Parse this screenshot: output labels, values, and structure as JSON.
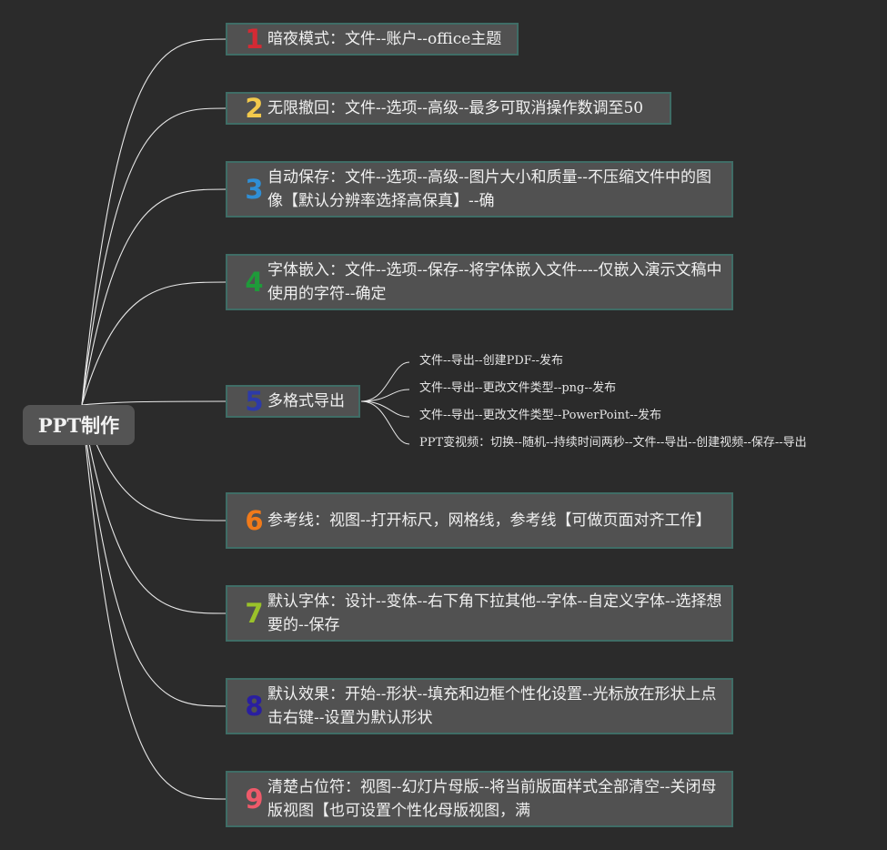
{
  "root": {
    "label": "PPT制作"
  },
  "nodes": [
    {
      "num": "1",
      "color": "#d42a34",
      "text": "暗夜模式：文件--账户--office主题"
    },
    {
      "num": "2",
      "color": "#f2c94c",
      "text": "无限撤回：文件--选项--高级--最多可取消操作数调至50"
    },
    {
      "num": "3",
      "color": "#2f8fd6",
      "text": "自动保存：文件--选项--高级--图片大小和质量--不压缩文件中的图像【默认分辨率选择高保真】--确"
    },
    {
      "num": "4",
      "color": "#1f9a3a",
      "text": "字体嵌入：文件--选项--保存--将字体嵌入文件----仅嵌入演示文稿中使用的字符--确定"
    },
    {
      "num": "5",
      "color": "#2d3aa8",
      "text": "多格式导出"
    },
    {
      "num": "6",
      "color": "#f07a1a",
      "text": "参考线：视图--打开标尺，网格线，参考线【可做页面对齐工作】"
    },
    {
      "num": "7",
      "color": "#9ac22a",
      "text": "默认字体：设计--变体--右下角下拉其他--字体--自定义字体--选择想要的--保存"
    },
    {
      "num": "8",
      "color": "#2a1fa0",
      "text": "默认效果：开始--形状--填充和边框个性化设置--光标放在形状上点击右键--设置为默认形状"
    },
    {
      "num": "9",
      "color": "#ee5a6a",
      "text": "清楚占位符：视图--幻灯片母版--将当前版面样式全部清空--关闭母版视图【也可设置个性化母版视图，满"
    }
  ],
  "export_items": [
    "文件--导出--创建PDF--发布",
    "文件--导出--更改文件类型--png--发布",
    "文件--导出--更改文件类型--PowerPoint--发布",
    "PPT变视频：切换--随机--持续时间两秒--文件--导出--创建视频--保存--导出"
  ],
  "line_color": "#e8e8e8"
}
